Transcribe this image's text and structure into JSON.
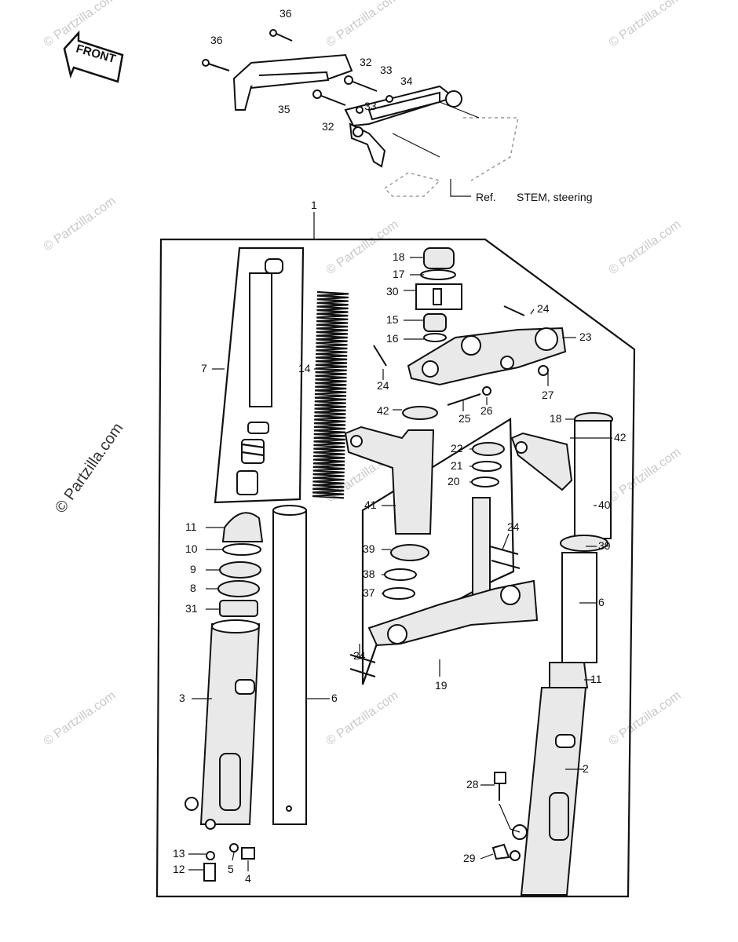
{
  "front_badge": {
    "label": "FRONT"
  },
  "reference": {
    "prefix": "Ref.",
    "text": "STEM, steering"
  },
  "watermark": "© Partzilla.com",
  "callouts": [
    {
      "id": "c36a",
      "text": "36"
    },
    {
      "id": "c36b",
      "text": "36"
    },
    {
      "id": "c35",
      "text": "35"
    },
    {
      "id": "c32a",
      "text": "32"
    },
    {
      "id": "c33a",
      "text": "33"
    },
    {
      "id": "c34",
      "text": "34"
    },
    {
      "id": "c33b",
      "text": "33"
    },
    {
      "id": "c32b",
      "text": "32"
    },
    {
      "id": "c1",
      "text": "1"
    },
    {
      "id": "c18a",
      "text": "18"
    },
    {
      "id": "c17",
      "text": "17"
    },
    {
      "id": "c30",
      "text": "30"
    },
    {
      "id": "c15",
      "text": "15"
    },
    {
      "id": "c16",
      "text": "16"
    },
    {
      "id": "c24a",
      "text": "24"
    },
    {
      "id": "c23",
      "text": "23"
    },
    {
      "id": "c24b",
      "text": "24"
    },
    {
      "id": "c27",
      "text": "27"
    },
    {
      "id": "c25",
      "text": "25"
    },
    {
      "id": "c26",
      "text": "26"
    },
    {
      "id": "c7",
      "text": "7"
    },
    {
      "id": "c14",
      "text": "14"
    },
    {
      "id": "c42a",
      "text": "42"
    },
    {
      "id": "c18b",
      "text": "18"
    },
    {
      "id": "c42b",
      "text": "42"
    },
    {
      "id": "c22",
      "text": "22"
    },
    {
      "id": "c21",
      "text": "21"
    },
    {
      "id": "c20",
      "text": "20"
    },
    {
      "id": "c41",
      "text": "41"
    },
    {
      "id": "c40",
      "text": "40"
    },
    {
      "id": "c11a",
      "text": "11"
    },
    {
      "id": "c10",
      "text": "10"
    },
    {
      "id": "c9",
      "text": "9"
    },
    {
      "id": "c8",
      "text": "8"
    },
    {
      "id": "c31",
      "text": "31"
    },
    {
      "id": "c39a",
      "text": "39"
    },
    {
      "id": "c38",
      "text": "38"
    },
    {
      "id": "c37",
      "text": "37"
    },
    {
      "id": "c24c",
      "text": "24"
    },
    {
      "id": "c39b",
      "text": "39"
    },
    {
      "id": "c6a",
      "text": "6"
    },
    {
      "id": "c24d",
      "text": "24"
    },
    {
      "id": "c19",
      "text": "19"
    },
    {
      "id": "c11b",
      "text": "11"
    },
    {
      "id": "c3",
      "text": "3"
    },
    {
      "id": "c6b",
      "text": "6"
    },
    {
      "id": "c2",
      "text": "2"
    },
    {
      "id": "c28",
      "text": "28"
    },
    {
      "id": "c13",
      "text": "13"
    },
    {
      "id": "c12",
      "text": "12"
    },
    {
      "id": "c5",
      "text": "5"
    },
    {
      "id": "c4",
      "text": "4"
    },
    {
      "id": "c29",
      "text": "29"
    }
  ]
}
